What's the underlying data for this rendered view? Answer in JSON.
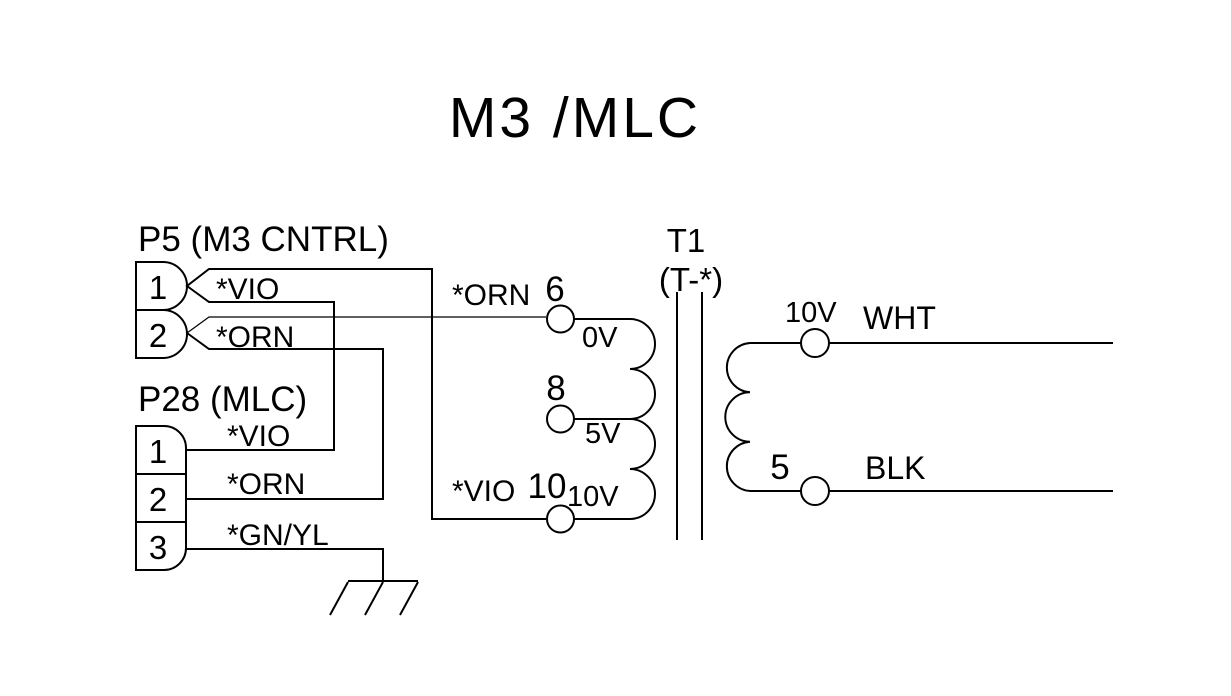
{
  "diagram_title": "M3 /MLC",
  "colors": {
    "line": "#000000",
    "background": "#ffffff"
  },
  "connectors": {
    "p5": {
      "title": "P5 (M3 CNTRL)",
      "pins": [
        {
          "number": "1",
          "wire_label": "*VIO"
        },
        {
          "number": "2",
          "wire_label": "*ORN"
        }
      ]
    },
    "p28": {
      "title": "P28 (MLC)",
      "pins": [
        {
          "number": "1",
          "wire_label": "*VIO"
        },
        {
          "number": "2",
          "wire_label": "*ORN"
        },
        {
          "number": "3",
          "wire_label": "*GN/YL"
        }
      ]
    }
  },
  "transformer": {
    "name": "T1",
    "part_ref": "(T-*)",
    "primary": {
      "terminals": [
        {
          "number": "6",
          "tap_label": "0V",
          "wire_label": "*ORN"
        },
        {
          "number": "8",
          "tap_label": "5V"
        },
        {
          "number": "10",
          "tap_label": "10V",
          "wire_label": "*VIO"
        }
      ]
    },
    "secondary": {
      "terminals": [
        {
          "number": "10V",
          "wire_color": "WHT"
        },
        {
          "number": "5",
          "wire_color": "BLK"
        }
      ]
    }
  }
}
